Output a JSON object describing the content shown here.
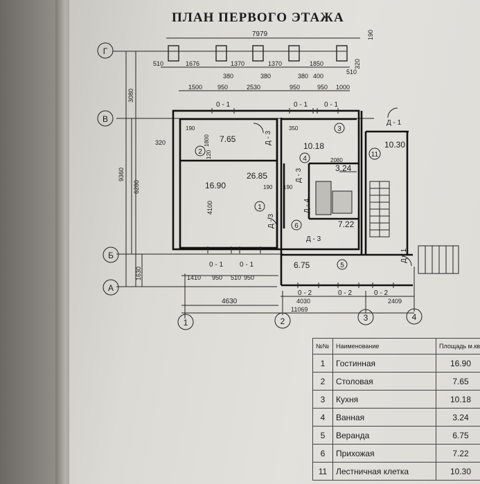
{
  "title": "ПЛАН ПЕРВОГО ЭТАЖА",
  "axes": {
    "g": "Г",
    "v": "В",
    "b": "Б",
    "a": "А",
    "n1": "1",
    "n2": "2",
    "n3": "3",
    "n4": "4"
  },
  "dims": {
    "top_total": "7979",
    "top_190": "190",
    "t1": "510",
    "t2": "1676",
    "t3": "1370",
    "t4": "1370",
    "t5": "1850",
    "t6": "510",
    "t7": "320",
    "u1": "380",
    "u2": "380",
    "u3": "380",
    "u4": "400",
    "w1": "1500",
    "w2": "950",
    "w3": "2530",
    "w4": "950",
    "w5": "950",
    "w6": "1000",
    "left_3080": "3080",
    "left_9360": "9360",
    "left_6280": "6280",
    "left_1630": "1630",
    "d320": "320",
    "d190a": "190",
    "d1800": "1800",
    "d120": "120",
    "d4100": "4100",
    "d350": "350",
    "d2080": "2080",
    "d190b": "190",
    "d190c": "190",
    "b1": "1410",
    "b2": "950",
    "b3": "510",
    "b4": "950",
    "b4630": "4630",
    "b4030": "4030",
    "b2409": "2409",
    "b11069": "11069"
  },
  "windows": {
    "o1": "0 - 1",
    "o2": "0 - 1",
    "o3": "0 - 1",
    "o4": "0 - 1",
    "o5": "0 - 1",
    "o6": "0 - 2",
    "o7": "0 - 2",
    "o8": "0 - 2"
  },
  "doors": {
    "d1": "Д - 1",
    "d2": "Д - 1",
    "d3a": "Д - 3",
    "d3b": "Д - 3",
    "d3c": "Д - 3",
    "d3d": "Д - 3",
    "d4": "Д - 4"
  },
  "areas": {
    "a765": "7.65",
    "a1018": "10.18",
    "a1030": "10.30",
    "a324": "3.24",
    "a2685": "26.85",
    "a1690": "16.90",
    "a722": "7.22",
    "a675": "6.75"
  },
  "room_marks": {
    "r1": "1",
    "r2": "2",
    "r3": "3",
    "r4": "4",
    "r5": "5",
    "r6": "6",
    "r11": "11"
  },
  "table": {
    "headers": [
      "№№",
      "Наименование",
      "Площадь м.кв"
    ],
    "rows": [
      {
        "num": "1",
        "name": "Гостинная",
        "area": "16.90"
      },
      {
        "num": "2",
        "name": "Столовая",
        "area": "7.65"
      },
      {
        "num": "3",
        "name": "Кухня",
        "area": "10.18"
      },
      {
        "num": "4",
        "name": "Ванная",
        "area": "3.24"
      },
      {
        "num": "5",
        "name": "Веранда",
        "area": "6.75"
      },
      {
        "num": "6",
        "name": "Прихожая",
        "area": "7.22"
      },
      {
        "num": "11",
        "name": "Лестничная клетка",
        "area": "10.30"
      }
    ]
  }
}
